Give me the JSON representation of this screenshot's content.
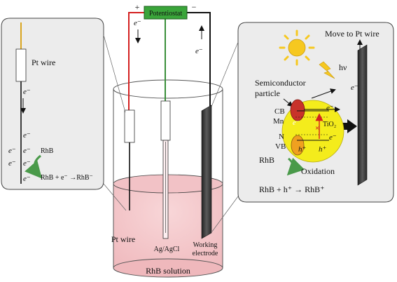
{
  "potentiostat": {
    "label": "Potentiostat",
    "plus": "+",
    "minus": "−"
  },
  "wires": {
    "e_red": "e⁻",
    "e_black": "e⁻"
  },
  "left_panel": {
    "pt_wire_label": "Pt wire",
    "e_top": "e⁻",
    "e_mid": "e⁻",
    "e_row1_a": "e⁻",
    "e_row1_b": "e⁻",
    "e_row2_a": "e⁻",
    "e_row2_b": "e⁻",
    "e_row3": "e⁻",
    "rhb_small": "RhB",
    "reaction": "RhB + e⁻ →RhB⁻"
  },
  "right_panel": {
    "move_label": "Move to Pt wire",
    "hv": "hν",
    "semiconductor_line1": "Semiconductor",
    "semiconductor_line2": "particle",
    "cb": "CB",
    "mn": "Mn",
    "n": "N",
    "vb": "VB",
    "tio2": "TiO₂",
    "e_band": "e⁻",
    "e_right": "e⁻",
    "e_outer": "e⁻",
    "e_wire": "e⁻",
    "h_band": "h⁺",
    "h_inner": "h⁺",
    "rhb": "RhB",
    "oxidation": "Oxidation",
    "reaction": "RhB + h⁺ → RhB⁺"
  },
  "cell": {
    "pt_wire": "Pt wire",
    "reference": "Ag/AgCl",
    "working_line1": "Working",
    "working_line2": "electrode",
    "solution": "RhB solution"
  },
  "colors": {
    "potentiostat_green": "#3aa53a",
    "red_wire": "#d42020",
    "green_wire": "#3a8f3a",
    "gold_wire": "#d9a520",
    "solution_pink": "#f4c6c9",
    "panel_gray": "#ececec",
    "sun_yellow": "#f6c820",
    "particle_yellow": "#f4ec1c",
    "mn_red": "#c8322a",
    "n_orange": "#f0a020",
    "electrode_dark": "#3a3a3a",
    "arrow_green": "#4a9a4a"
  }
}
